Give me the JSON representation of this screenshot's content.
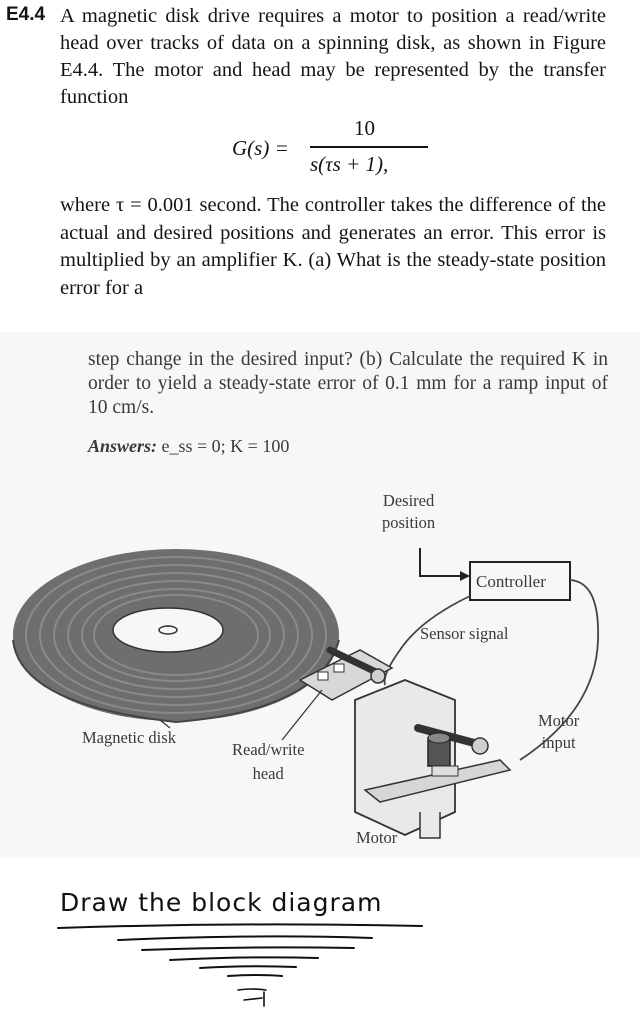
{
  "problem": {
    "number": "E4.4",
    "text": "A magnetic disk drive requires a motor to position a read/write head over tracks of data on a spinning disk, as shown in Figure E4.4. The motor and head may be represented by the transfer function",
    "equation": {
      "lhs": "G(s)  =",
      "numerator": "10",
      "denominator": "s(τs + 1)",
      "trailing": ","
    },
    "text_after": "where τ = 0.001 second. The controller takes the difference of the actual and desired positions and generates an error. This error is multiplied by an amplifier K. (a) What is the steady-state position error for a",
    "text_continued": "step change in the desired input? (b) Calculate the required K in order to yield a steady-state error of 0.1 mm for a ramp input of 10 cm/s.",
    "answers_label": "Answers:",
    "answers_value": "e_ss = 0; K = 100"
  },
  "figure": {
    "labels": {
      "desired_position_line1": "Desired",
      "desired_position_line2": "position",
      "controller": "Controller",
      "sensor_signal": "Sensor signal",
      "magnetic_disk": "Magnetic disk",
      "read_write_line1": "Read/write",
      "read_write_line2": "head",
      "motor_input_line1": "Motor",
      "motor_input_line2": "input",
      "motor": "Motor"
    }
  },
  "handwriting": {
    "note": "Draw the block diagram"
  }
}
